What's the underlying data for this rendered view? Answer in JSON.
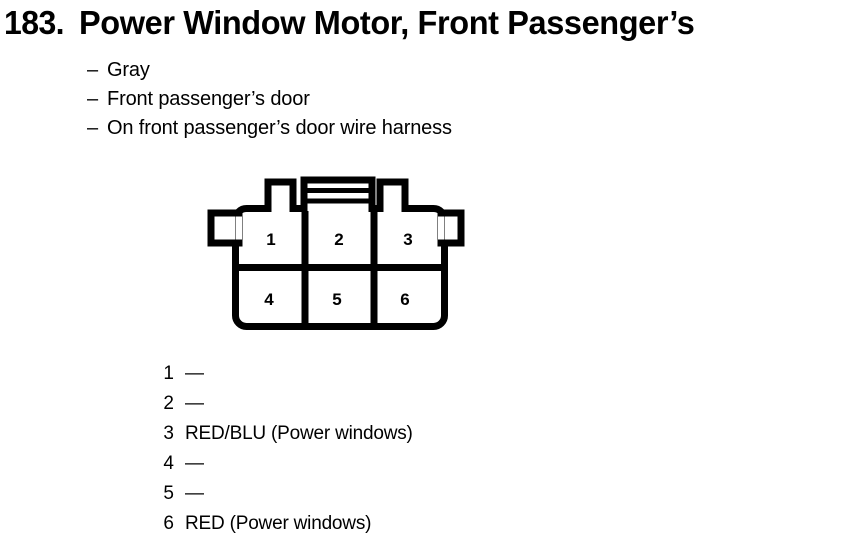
{
  "page": {
    "background_color": "#ffffff",
    "ink_color": "#000000"
  },
  "header": {
    "number": "183.",
    "title": "Power Window Motor, Front Passenger’s"
  },
  "description": {
    "bullet_marker": "–",
    "items": [
      {
        "label": "Gray"
      },
      {
        "label": "Front passenger’s door"
      },
      {
        "label": "On front passenger’s door wire harness"
      }
    ]
  },
  "connector": {
    "name": "6-pin connector",
    "rows": 2,
    "columns": 3,
    "cavities": [
      {
        "number": "1",
        "row": 0,
        "col": 0
      },
      {
        "number": "2",
        "row": 0,
        "col": 1
      },
      {
        "number": "3",
        "row": 0,
        "col": 2
      },
      {
        "number": "4",
        "row": 1,
        "col": 0
      },
      {
        "number": "5",
        "row": 1,
        "col": 1
      },
      {
        "number": "6",
        "row": 1,
        "col": 2
      }
    ]
  },
  "pin_legend": {
    "empty_marker": "—",
    "rows": [
      {
        "pin": "1",
        "value": "—"
      },
      {
        "pin": "2",
        "value": "—"
      },
      {
        "pin": "3",
        "value": "RED/BLU (Power windows)"
      },
      {
        "pin": "4",
        "value": "—"
      },
      {
        "pin": "5",
        "value": "—"
      },
      {
        "pin": "6",
        "value": "RED (Power windows)"
      }
    ]
  }
}
